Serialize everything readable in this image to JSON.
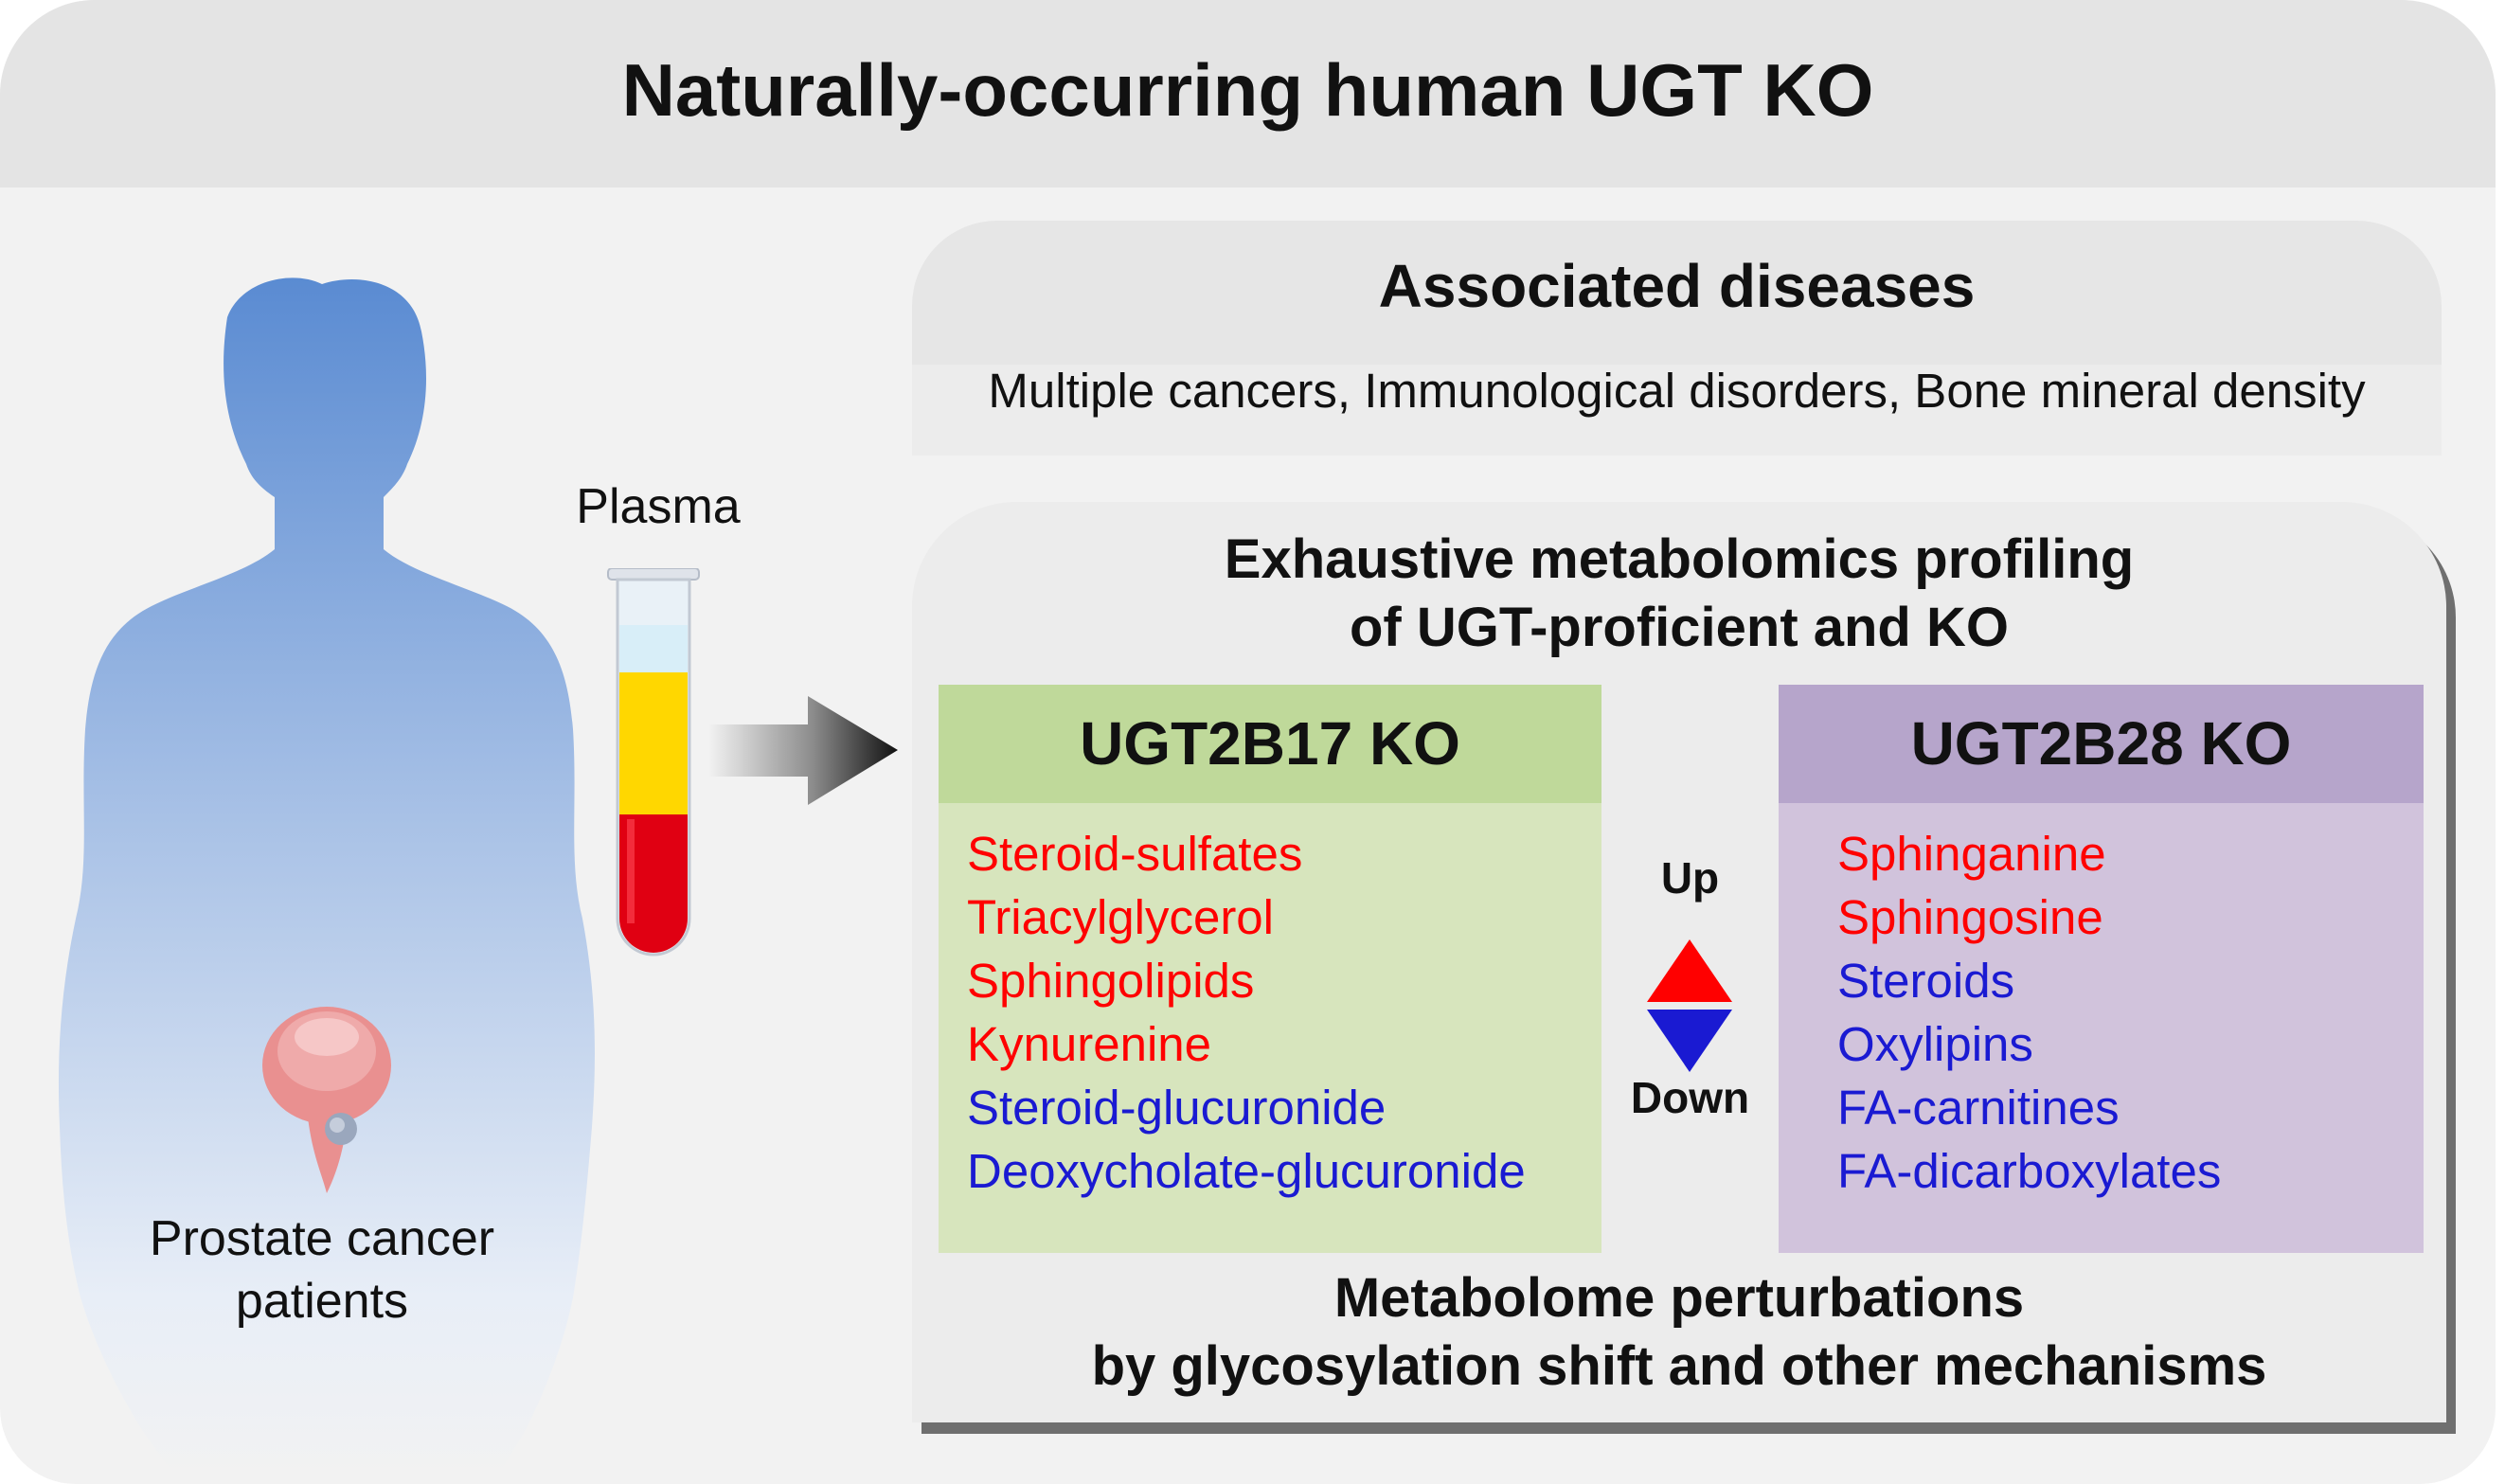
{
  "title": "Naturally-occurring human UGT KO",
  "left_panel": {
    "plasma_label": "Plasma",
    "patients_label": "Prostate cancer patients"
  },
  "associated": {
    "heading": "Associated diseases",
    "text": "Multiple cancers, Immunological disorders, Bone mineral density"
  },
  "profiling": {
    "heading_line1": "Exhaustive metabolomics profiling",
    "heading_line2": "of UGT-proficient and KO",
    "up_label": "Up",
    "down_label": "Down",
    "footer_line1": "Metabolome perturbations",
    "footer_line2": "by glycosylation shift and other mechanisms",
    "ugt2b17": {
      "title": "UGT2B17 KO",
      "items": [
        {
          "text": "Steroid-sulfates",
          "dir": "up"
        },
        {
          "text": "Triacylglycerol",
          "dir": "up"
        },
        {
          "text": "Sphingolipids",
          "dir": "up"
        },
        {
          "text": "Kynurenine",
          "dir": "up"
        },
        {
          "text": "Steroid-glucuronide",
          "dir": "down"
        },
        {
          "text": "Deoxycholate-glucuronide",
          "dir": "down"
        }
      ]
    },
    "ugt2b28": {
      "title": "UGT2B28 KO",
      "items": [
        {
          "text": "Sphinganine",
          "dir": "up"
        },
        {
          "text": "Sphingosine",
          "dir": "up"
        },
        {
          "text": "Steroids",
          "dir": "down"
        },
        {
          "text": "Oxylipins",
          "dir": "down"
        },
        {
          "text": "FA-carnitines",
          "dir": "down"
        },
        {
          "text": "FA-dicarboxylates",
          "dir": "down"
        }
      ]
    }
  },
  "colors": {
    "up": "#ff0000",
    "down": "#1a1ad2",
    "plasma": "#ffd700",
    "blood": "#e00012",
    "body_top": "#5a8bd2",
    "ugt2b17_header": "#bfd99a",
    "ugt2b28_header": "#b6a5cb"
  },
  "icons": [
    "human-silhouette-icon",
    "prostate-icon",
    "blood-tube-icon",
    "right-arrow-icon",
    "up-triangle-icon",
    "down-triangle-icon"
  ]
}
